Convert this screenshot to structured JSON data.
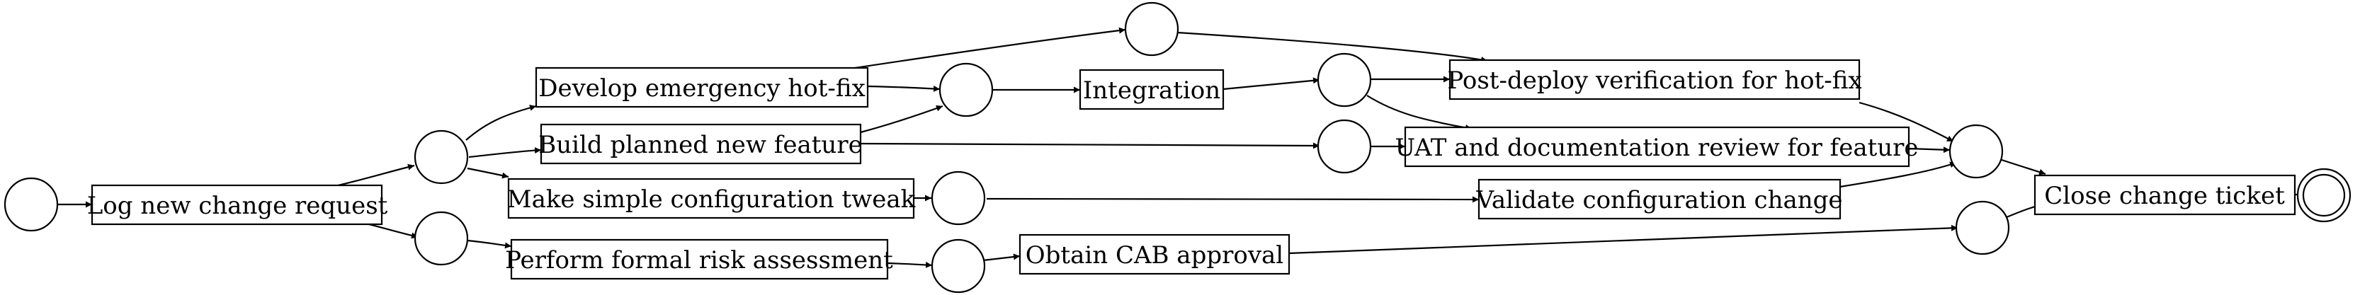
{
  "diagram": {
    "kind": "process-flow",
    "tasks": [
      {
        "id": "log",
        "label": "Log new change request"
      },
      {
        "id": "hotfix",
        "label": "Develop emergency hot-fix"
      },
      {
        "id": "build",
        "label": "Build planned new feature"
      },
      {
        "id": "tweak",
        "label": "Make simple configuration tweak"
      },
      {
        "id": "risk",
        "label": "Perform formal risk assessment"
      },
      {
        "id": "integration",
        "label": "Integration"
      },
      {
        "id": "cab",
        "label": "Obtain CAB approval"
      },
      {
        "id": "postdeploy",
        "label": "Post-deploy verification for hot-fix"
      },
      {
        "id": "uat",
        "label": "UAT and documentation review for feature"
      },
      {
        "id": "validate",
        "label": "Validate configuration change"
      },
      {
        "id": "close",
        "label": "Close change ticket"
      }
    ],
    "gateways": [
      "start",
      "g_split",
      "g_risk",
      "g_top",
      "g_hot",
      "g_tweak",
      "g_integ",
      "g_build",
      "g_cab",
      "g_merge",
      "g_cabend",
      "end"
    ],
    "edges": [
      [
        "start",
        "log"
      ],
      [
        "log",
        "g_split"
      ],
      [
        "log",
        "g_risk"
      ],
      [
        "g_split",
        "hotfix"
      ],
      [
        "g_split",
        "build"
      ],
      [
        "g_split",
        "tweak"
      ],
      [
        "hotfix",
        "g_top"
      ],
      [
        "hotfix",
        "g_hot"
      ],
      [
        "build",
        "g_hot"
      ],
      [
        "build",
        "g_build"
      ],
      [
        "g_hot",
        "integration"
      ],
      [
        "integration",
        "g_integ"
      ],
      [
        "g_integ",
        "postdeploy"
      ],
      [
        "g_integ",
        "uat"
      ],
      [
        "g_top",
        "postdeploy"
      ],
      [
        "g_build",
        "uat"
      ],
      [
        "tweak",
        "g_tweak"
      ],
      [
        "g_tweak",
        "validate"
      ],
      [
        "g_risk",
        "risk"
      ],
      [
        "risk",
        "g_cab"
      ],
      [
        "g_cab",
        "cab"
      ],
      [
        "cab",
        "g_cabend"
      ],
      [
        "postdeploy",
        "g_merge"
      ],
      [
        "uat",
        "g_merge"
      ],
      [
        "validate",
        "g_merge"
      ],
      [
        "g_merge",
        "close"
      ],
      [
        "g_cabend",
        "close"
      ],
      [
        "close",
        "end"
      ]
    ]
  }
}
